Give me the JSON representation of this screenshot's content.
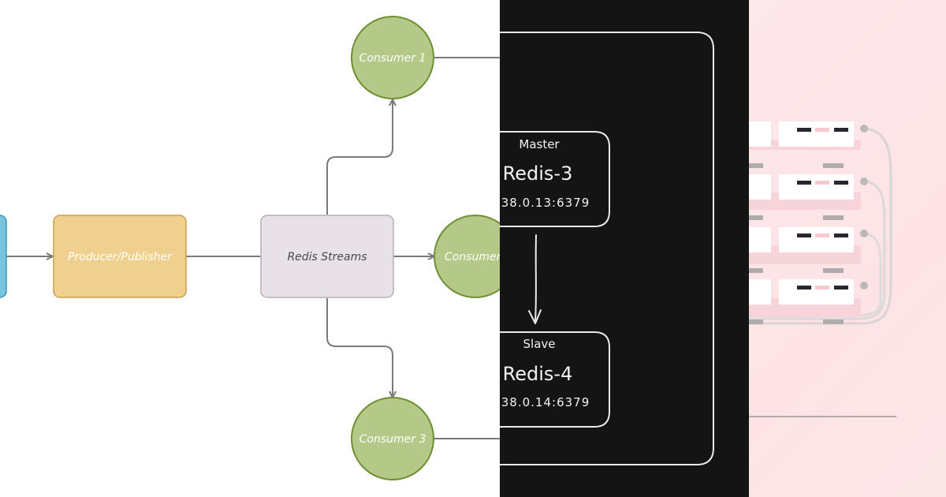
{
  "flow_diagram": {
    "producer_label": "Producer/Publisher",
    "streams_label": "Redis Streams",
    "consumer_top_label": "Consumer 1",
    "consumer_mid_label": "Consumer",
    "consumer_bottom_label": "Consumer 3",
    "colors": {
      "producer_fill": "#f0d08f",
      "producer_stroke": "#c9a04a",
      "streams_fill": "#e8e2e8",
      "streams_stroke": "#b5aeb5",
      "consumer_fill": "#b4c987",
      "consumer_stroke": "#6f8f35",
      "source_fill": "#79c3dd",
      "arrow": "#7a7a7a"
    }
  },
  "replication_diagram": {
    "master_role": "Master",
    "master_name": "Redis-3",
    "master_address": ".38.0.13:6379",
    "slave_role": "Slave",
    "slave_name": "Redis-4",
    "slave_address": ".38.0.14:6379",
    "colors": {
      "background": "#141414",
      "stroke": "#eaeaea"
    }
  },
  "server_rack": {
    "unit_count": 4,
    "colors": {
      "background": "#fde5e8",
      "unit": "#ffffff",
      "slot": "#25282f",
      "cable": "#d9d4d5"
    }
  }
}
